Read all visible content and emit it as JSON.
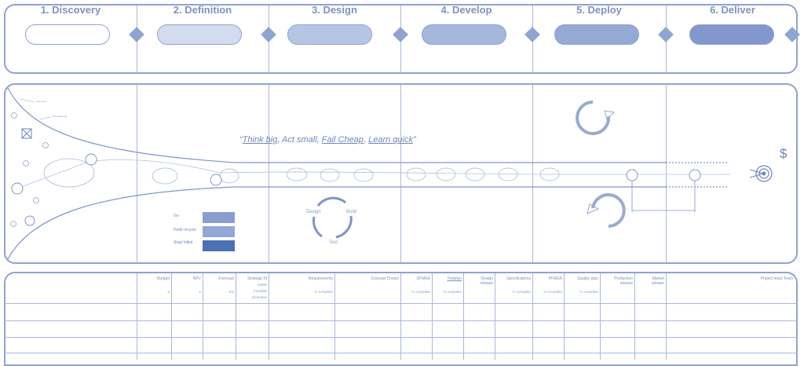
{
  "phases": [
    {
      "label": "1. Discovery"
    },
    {
      "label": "2. Definition"
    },
    {
      "label": "3. Design"
    },
    {
      "label": "4. Develop"
    },
    {
      "label": "5. Deploy"
    },
    {
      "label": "6. Deliver"
    }
  ],
  "colors": {
    "pill_1": "#ffffff",
    "pill_2": "#d3dcef",
    "pill_3": "#b7c5e4",
    "pill_4": "#a6b7dd",
    "pill_5": "#95a9d5",
    "pill_6": "#8298cc",
    "line": "#7f95c6",
    "legend_go": "#8a9dd0",
    "legend_hold": "#95a7d6",
    "legend_stop": "#4d6fb4"
  },
  "quote": {
    "open": "“",
    "think_big": "Think big",
    "sep1": ", ",
    "act_small": "Act small",
    "sep2": ", ",
    "fail_cheap": "Fail Cheap",
    "sep3": ", ",
    "learn_quick": "Learn quick",
    "close": "”"
  },
  "legend": {
    "go": "Go",
    "hold": "Hold/ recycle",
    "stop": "Stop/ killed"
  },
  "cycle": {
    "design": "Design",
    "build": "Build",
    "test": "Test"
  },
  "funnel_annotations": {
    "note_1": "Idea input",
    "note_2": "Idea gathering"
  },
  "dollar": "$",
  "table": {
    "headers": {
      "budget": "Budget",
      "npv": "NPV",
      "forecast": "Forecast",
      "strategic_fit": "Strategic fit",
      "requirements": "Requirements",
      "concept_choice": "Concept Choice",
      "dfmea": "DFMEA",
      "testplan": "Testplan",
      "design_release_1": "Design",
      "design_release_2": "release",
      "specifications": "Specifications",
      "pfmea": "PFMEA",
      "quality_plan": "Quality plan",
      "production_release_1": "Production",
      "production_release_2": "release",
      "market_release_1": "Market",
      "market_release_2": "release",
      "project_lead": "Project lead/ Team"
    },
    "subs": {
      "budget_unit": "€",
      "npv_unit": "€",
      "forecast_unit": "€/y",
      "viable": "Viable",
      "feasible": "Feasible",
      "desirable": "Desirable",
      "pct_req": "% complete",
      "pct_dfmea": "% complete",
      "pct_testplan": "% complete",
      "pct_spec": "% complete",
      "pct_pfmea": "% complete",
      "pct_qp": "% complete"
    }
  }
}
